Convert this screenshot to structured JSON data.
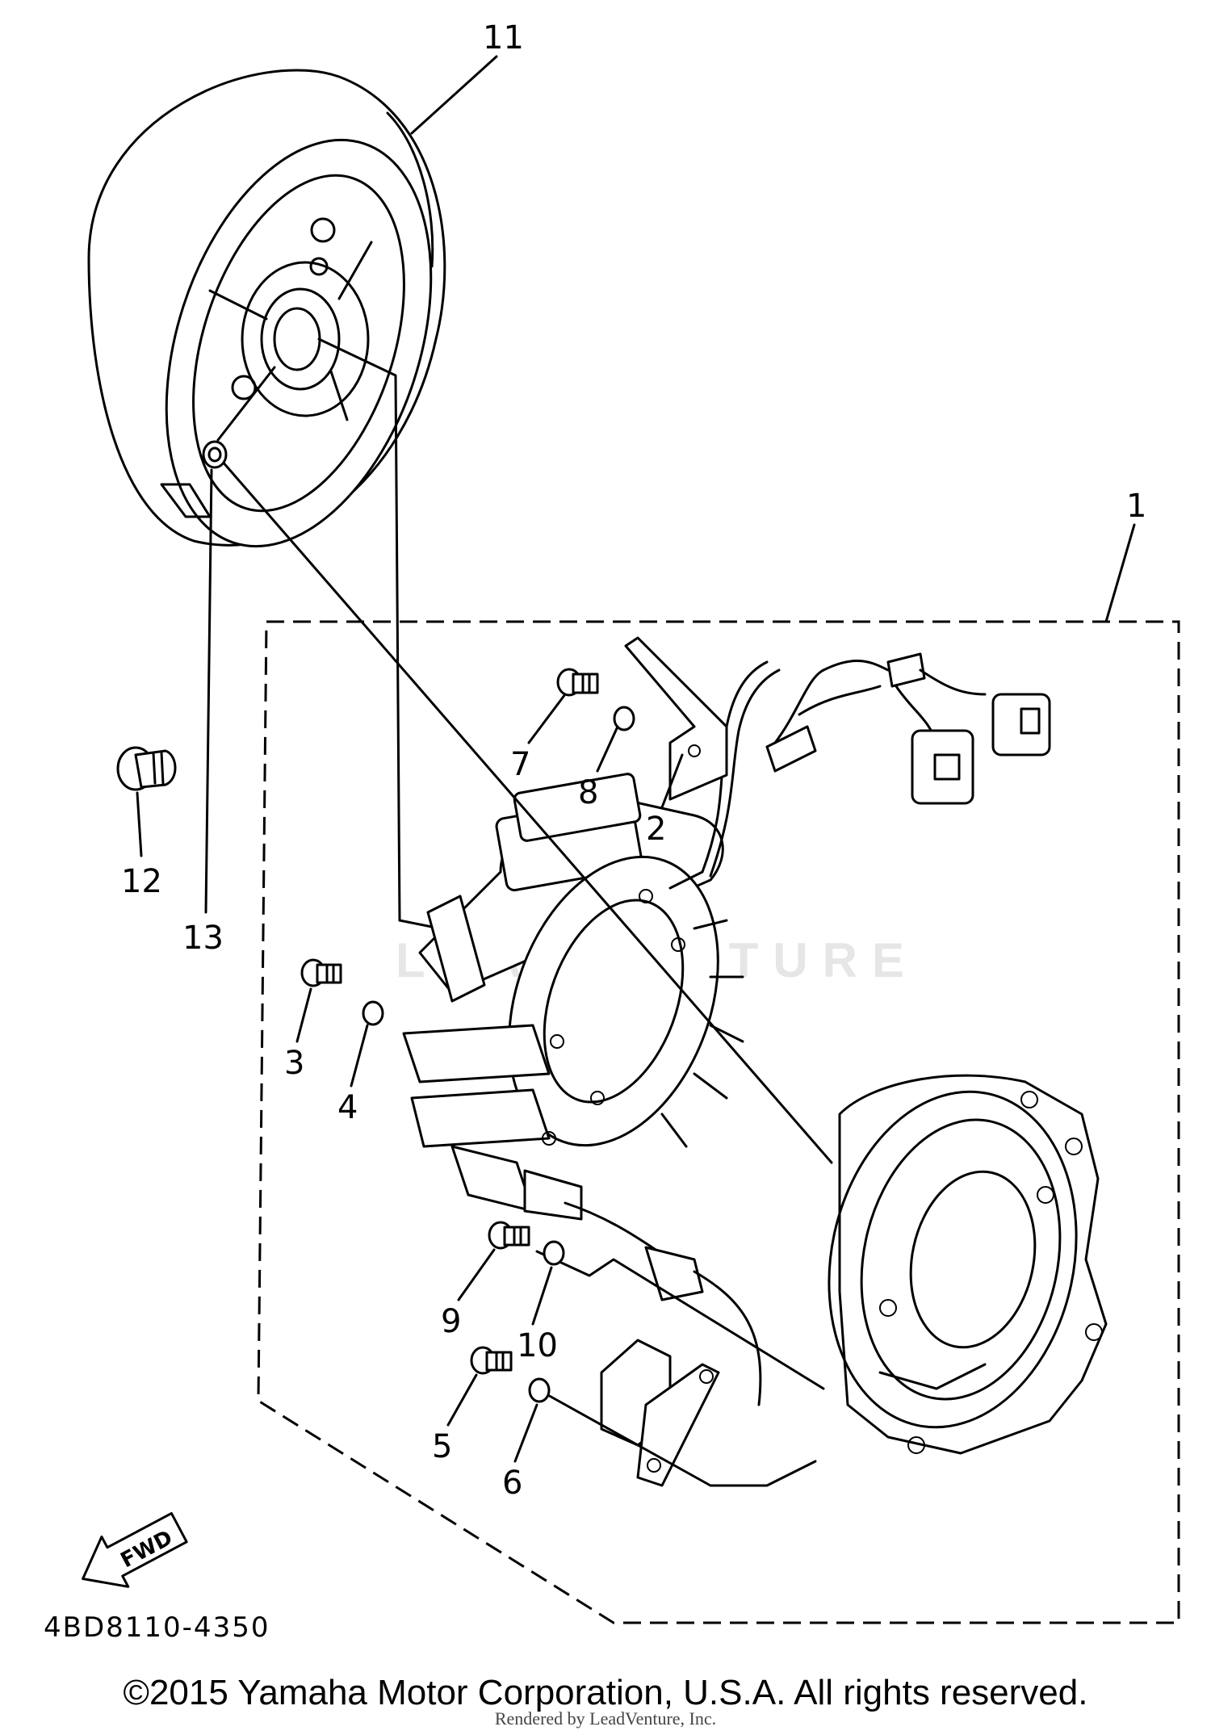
{
  "diagram": {
    "callouts": [
      {
        "id": "11",
        "label": "11"
      },
      {
        "id": "1",
        "label": "1"
      },
      {
        "id": "2",
        "label": "2"
      },
      {
        "id": "3",
        "label": "3"
      },
      {
        "id": "4",
        "label": "4"
      },
      {
        "id": "5",
        "label": "5"
      },
      {
        "id": "6",
        "label": "6"
      },
      {
        "id": "7",
        "label": "7"
      },
      {
        "id": "8",
        "label": "8"
      },
      {
        "id": "9",
        "label": "9"
      },
      {
        "id": "10",
        "label": "10"
      },
      {
        "id": "12",
        "label": "12"
      },
      {
        "id": "13",
        "label": "13"
      }
    ],
    "fwd_label": "FWD",
    "diagram_code": "4BD8110-4350",
    "watermark": "LEADVENTURE"
  },
  "footer": {
    "copyright": "©2015 Yamaha Motor Corporation, U.S.A. All rights reserved.",
    "rendered_by": "Rendered by LeadVenture, Inc."
  }
}
